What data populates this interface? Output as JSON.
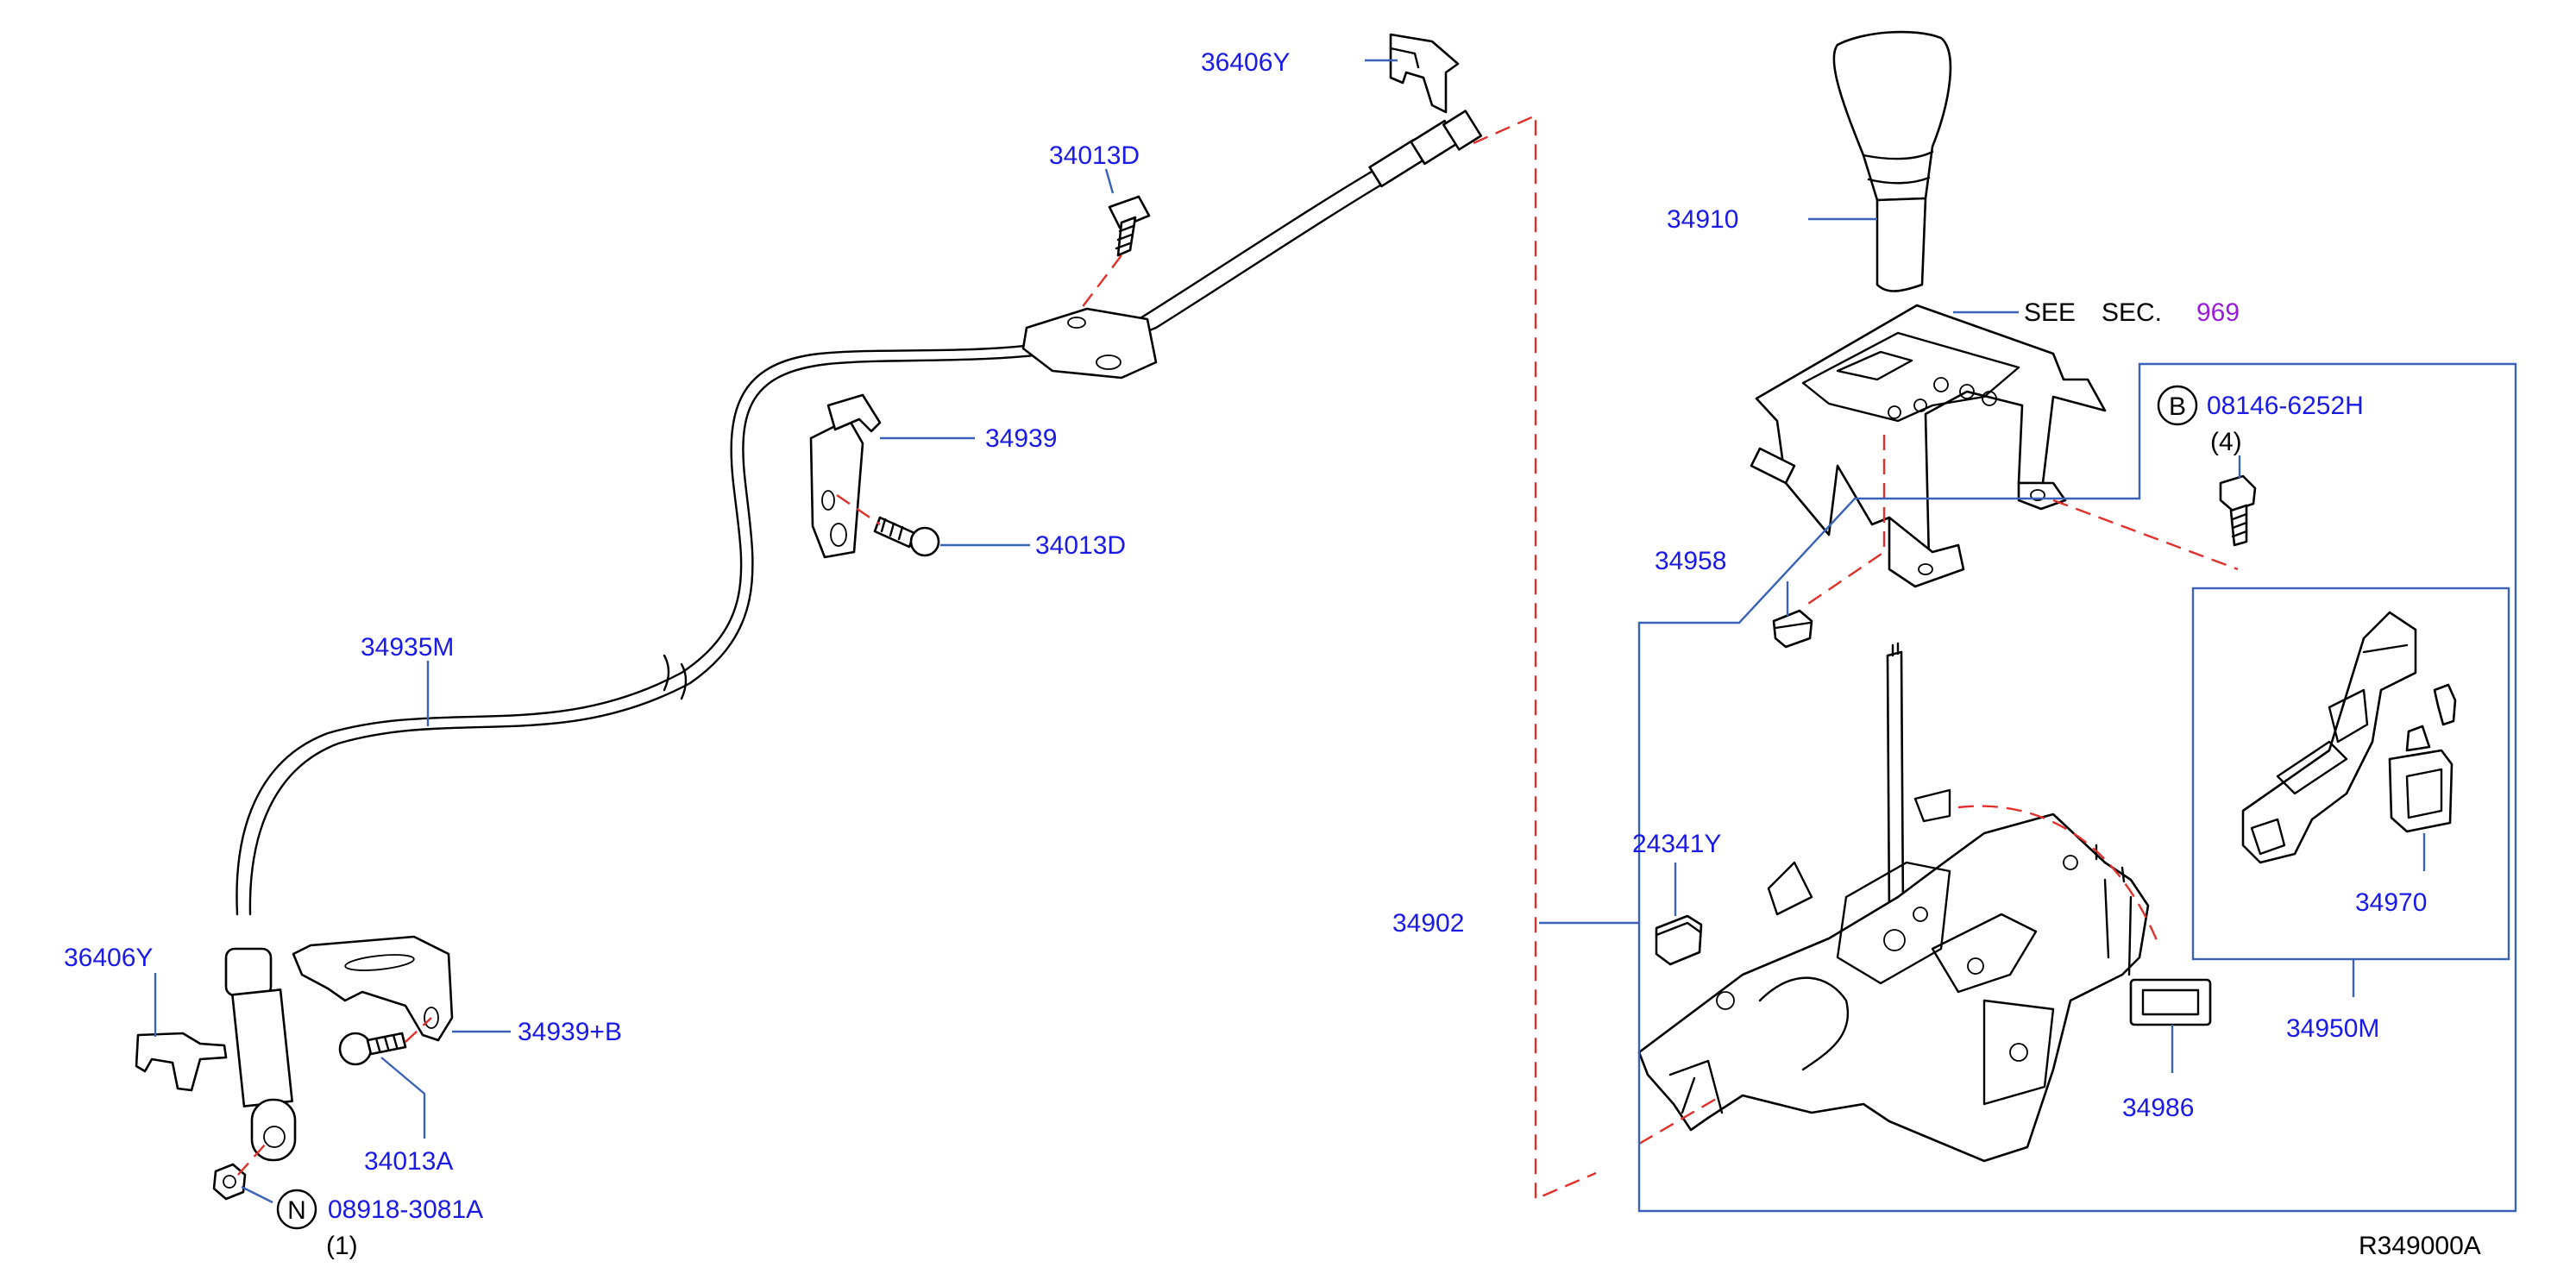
{
  "labels": {
    "p36406Y_top": "36406Y",
    "p34013D_top": "34013D",
    "p34939": "34939",
    "p34013D_mid": "34013D",
    "p34935M": "34935M",
    "p36406Y_left": "36406Y",
    "p34939B": "34939+B",
    "p34013A": "34013A",
    "p08918": "08918-3081A",
    "p08918_qty": "(1)",
    "badge_N": "N",
    "p34910": "34910",
    "see": "SEE",
    "sec": "SEC.",
    "sec_num": "969",
    "badge_B": "B",
    "p08146": "08146-6252H",
    "p08146_qty": "(4)",
    "p34958": "34958",
    "p24341Y": "24341Y",
    "p34902": "34902",
    "p34970": "34970",
    "p34950M": "34950M",
    "p34986": "34986",
    "ref_code": "R349000A"
  },
  "colors": {
    "part_number": "#1a1ae6",
    "leader_line": "#3a62b8",
    "dashed_guide": "#e0302a",
    "section_ref": "#9a1ad8",
    "ink": "#000000"
  }
}
